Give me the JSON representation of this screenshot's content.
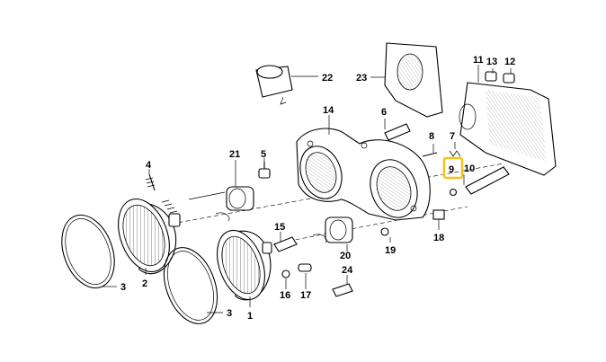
{
  "highlight_color": "#f2c318",
  "labels": {
    "p1": "1",
    "p2": "2",
    "p3a": "3",
    "p3b": "3",
    "p4": "4",
    "p5": "5",
    "p6": "6",
    "p7": "7",
    "p8": "8",
    "p9": "9",
    "p10": "10",
    "p11": "11",
    "p12": "12",
    "p13": "13",
    "p14": "14",
    "p15": "15",
    "p16": "16",
    "p17": "17",
    "p18": "18",
    "p19": "19",
    "p20": "20",
    "p21": "21",
    "p22": "22",
    "p23": "23",
    "p24": "24"
  },
  "highlighted_part": "9"
}
